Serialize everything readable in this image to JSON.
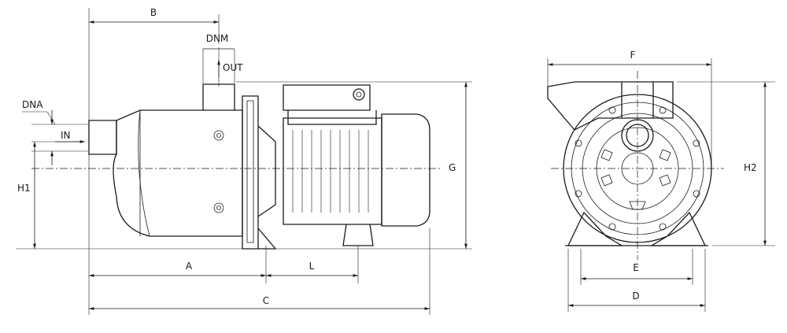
{
  "labels": {
    "a": "A",
    "b": "B",
    "c": "C",
    "d": "D",
    "e": "E",
    "f": "F",
    "g": "G",
    "h1": "H1",
    "h2": "H2",
    "l": "L",
    "dna": "DNA",
    "dnm": "DNM",
    "in": "IN",
    "out": "OUT"
  },
  "colors": {
    "line": "#1a1a1a",
    "background": "#ffffff"
  }
}
